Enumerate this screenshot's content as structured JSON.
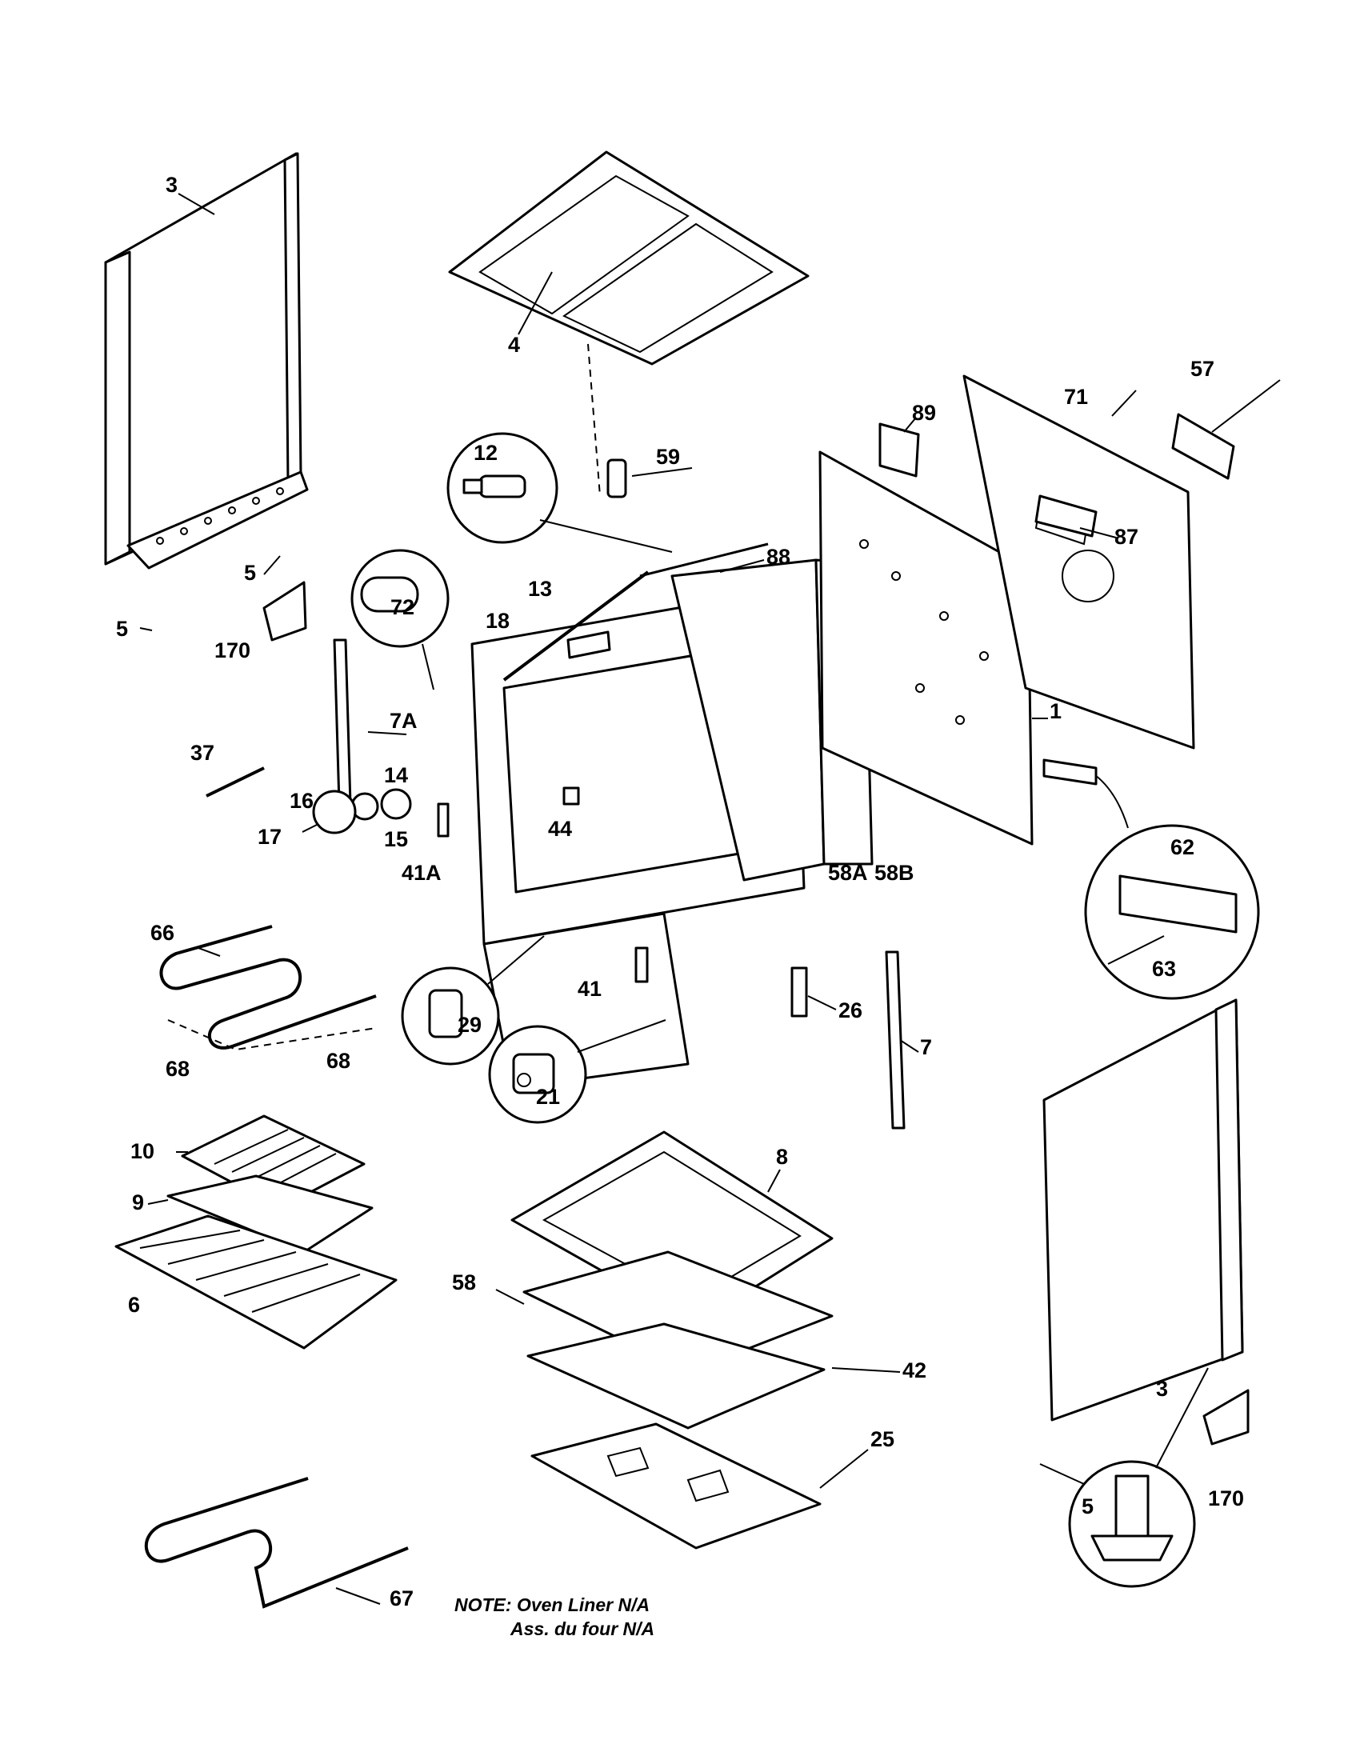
{
  "labels": {
    "l3a": "3",
    "l3b": "3",
    "l4": "4",
    "l5a": "5",
    "l5b": "5",
    "l5c": "5",
    "l170a": "170",
    "l170b": "170",
    "l7a": "7A",
    "l7": "7",
    "l37": "37",
    "l16": "16",
    "l17": "17",
    "l15": "15",
    "l14": "14",
    "l41a": "41A",
    "l41": "41",
    "l66": "66",
    "l68a": "68",
    "l68b": "68",
    "l10": "10",
    "l9": "9",
    "l6": "6",
    "l67": "67",
    "l12": "12",
    "l59": "59",
    "l13": "13",
    "l18": "18",
    "l72": "72",
    "l44": "44",
    "l29": "29",
    "l21": "21",
    "l88": "88",
    "l89": "89",
    "l71": "71",
    "l57": "57",
    "l87": "87",
    "l1": "1",
    "l58a": "58A",
    "l58b": "58B",
    "l62": "62",
    "l63": "63",
    "l26": "26",
    "l8": "8",
    "l58": "58",
    "l42": "42",
    "l25": "25"
  },
  "note": {
    "line1": "NOTE: Oven Liner N/A",
    "line2": "Ass. du four N/A"
  }
}
